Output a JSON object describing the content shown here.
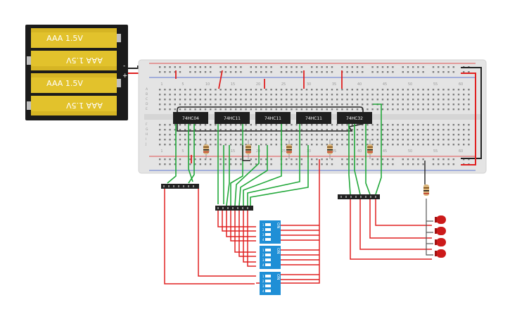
{
  "battery": {
    "cells": [
      {
        "label": "AAA 1.5V",
        "flipped": false
      },
      {
        "label": "AAA 1.5V",
        "flipped": true
      },
      {
        "label": "AAA 1.5V",
        "flipped": false
      },
      {
        "label": "AAA 1.5V",
        "flipped": true
      }
    ],
    "minus": "-",
    "plus": "+"
  },
  "breadboard": {
    "col_numbers": [
      "1",
      "5",
      "10",
      "15",
      "20",
      "25",
      "30",
      "35",
      "40",
      "45",
      "50",
      "55",
      "60"
    ],
    "row_letters_top": [
      "A",
      "B",
      "C",
      "D",
      "E"
    ],
    "row_letters_bottom": [
      "F",
      "G",
      "H",
      "I",
      "J"
    ]
  },
  "chips": [
    {
      "label": "74HC04"
    },
    {
      "label": "74HC11"
    },
    {
      "label": "74HC11"
    },
    {
      "label": "74HC11"
    },
    {
      "label": "74HC32"
    }
  ],
  "dip_switches": [
    {
      "on_label": "ON",
      "keys": [
        "1",
        "2",
        "3",
        "4"
      ]
    },
    {
      "on_label": "ON",
      "keys": [
        "1",
        "2",
        "3",
        "4"
      ]
    },
    {
      "on_label": "ON",
      "keys": [
        "1",
        "2",
        "3",
        "4"
      ]
    }
  ],
  "colors": {
    "wire_green": "#22a83a",
    "wire_red": "#e02020",
    "wire_black": "#222222",
    "battery_cell": "#e2c22c",
    "battery_case": "#1b1b1b",
    "breadboard": "#e4e4e4",
    "dip_blue": "#1f8fd6",
    "led_red": "#cc1a1a"
  }
}
